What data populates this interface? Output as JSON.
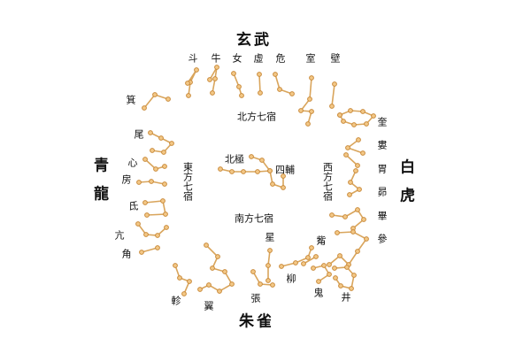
{
  "colors": {
    "line": "#d9a55c",
    "star_fill": "#f3c887",
    "star_stroke": "#c98a3a",
    "text": "#111111"
  },
  "guardians": {
    "north": "玄武",
    "south": "朱雀",
    "east_1": "青",
    "east_2": "龍",
    "west_1": "白",
    "west_2": "虎"
  },
  "regions": {
    "north": "北方七宿",
    "south": "南方七宿",
    "east": "東方七宿",
    "west": "西方七宿"
  },
  "center": {
    "pole": "北極",
    "four_assistants": "四輔"
  },
  "mansions": {
    "north": [
      "斗",
      "牛",
      "女",
      "虛",
      "危",
      "室",
      "壁"
    ],
    "west": [
      "奎",
      "婁",
      "胃",
      "昴",
      "畢",
      "參",
      "觜"
    ],
    "south": [
      "井",
      "鬼",
      "柳",
      "星",
      "張",
      "翼",
      "軫"
    ],
    "east": [
      "角",
      "亢",
      "氐",
      "房",
      "心",
      "尾",
      "箕"
    ]
  }
}
